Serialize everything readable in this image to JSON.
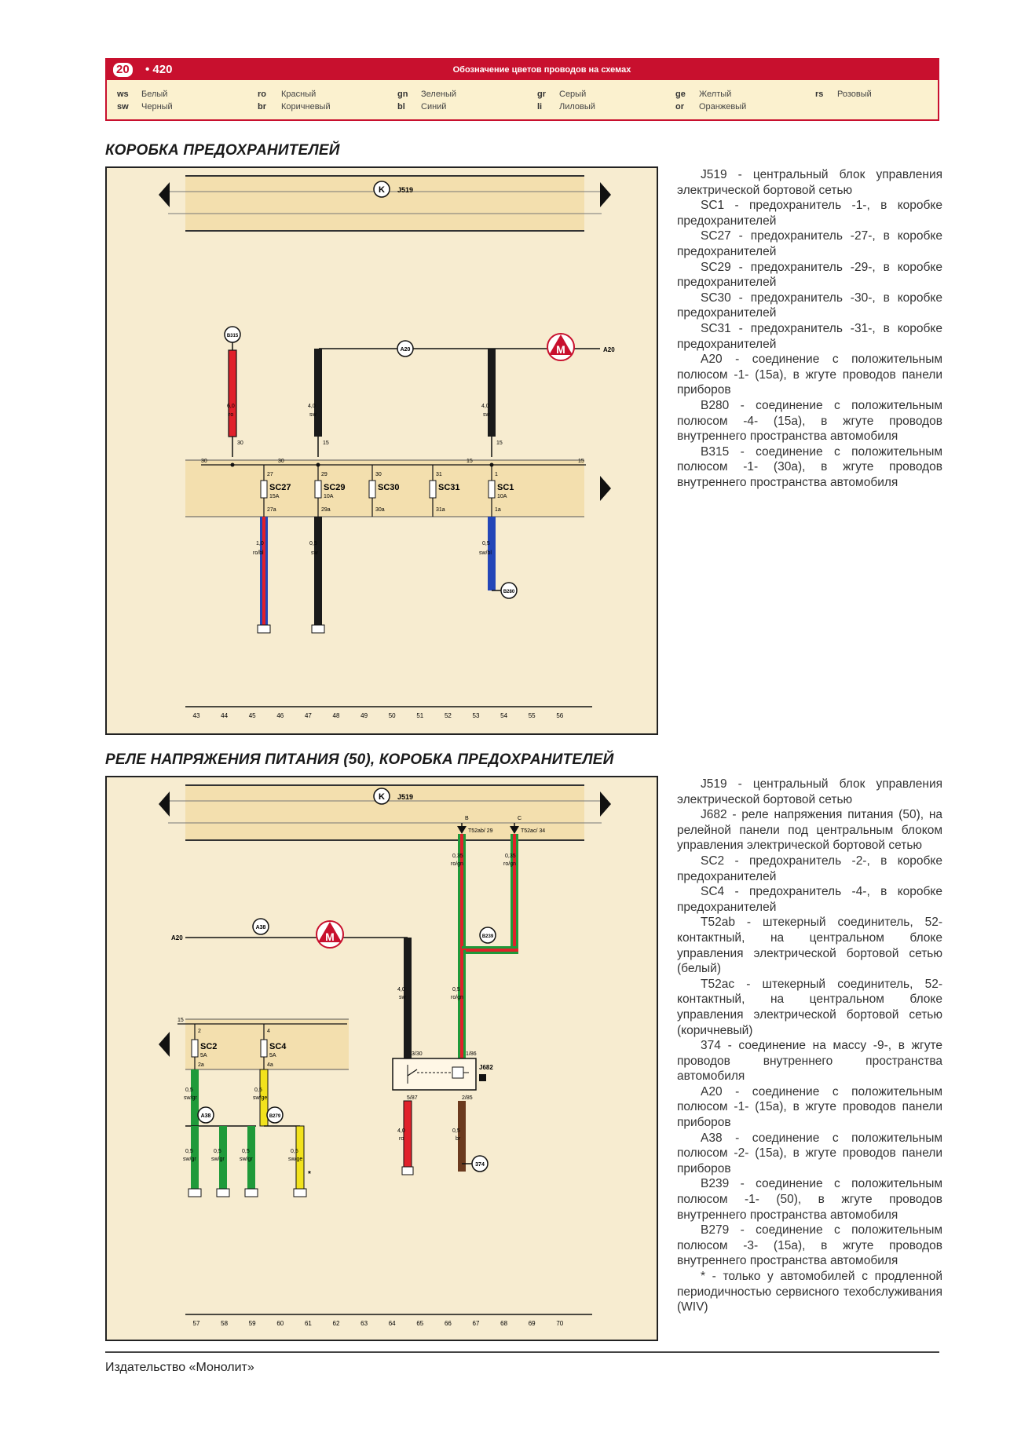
{
  "header": {
    "page_badge": "20",
    "book_number": "• 420",
    "title": "Обозначение цветов проводов на схемах",
    "legend": [
      {
        "code": "ws",
        "name": "Белый"
      },
      {
        "code": "sw",
        "name": "Черный"
      },
      {
        "code": "ro",
        "name": "Красный"
      },
      {
        "code": "br",
        "name": "Коричневый"
      },
      {
        "code": "gn",
        "name": "Зеленый"
      },
      {
        "code": "bl",
        "name": "Синий"
      },
      {
        "code": "gr",
        "name": "Серый"
      },
      {
        "code": "li",
        "name": "Лиловый"
      },
      {
        "code": "ge",
        "name": "Желтый"
      },
      {
        "code": "or",
        "name": "Оранжевый"
      },
      {
        "code": "rs",
        "name": "Розовый"
      }
    ]
  },
  "section1": {
    "title": "КОРОБКА ПРЕДОХРАНИТЕЛЕЙ",
    "labels": {
      "block": "J519",
      "k": "K",
      "a20": "A20",
      "a20_right": "A20",
      "b315": "B315",
      "b280": "B280",
      "bus_30a": "30",
      "bus_30b": "30",
      "bus_15a": "15",
      "bus_15b": "15",
      "w_red": "6,0",
      "w_red_c": "ro",
      "w_blk1": "4,0",
      "w_blk1_c": "sw",
      "w_blk2": "4,0",
      "w_blk2_c": "sw",
      "pin_30": "30",
      "pin_15a": "15",
      "pin_15b": "15",
      "fuses": [
        {
          "name": "SC27",
          "amp": "15A",
          "top": "27",
          "bot": "27a"
        },
        {
          "name": "SC29",
          "amp": "10A",
          "top": "29",
          "bot": "29a"
        },
        {
          "name": "SC30",
          "amp": "",
          "top": "30",
          "bot": "30a"
        },
        {
          "name": "SC31",
          "amp": "",
          "top": "31",
          "bot": "31a"
        },
        {
          "name": "SC1",
          "amp": "10A",
          "top": "1",
          "bot": "1a"
        }
      ],
      "out1": "1,0",
      "out1_c": "ro/bl",
      "out2": "0,5",
      "out2_c": "sw",
      "out3": "0,5",
      "out3_c": "sw/bl",
      "out_b": "B280"
    },
    "ruler": [
      "43",
      "44",
      "45",
      "46",
      "47",
      "48",
      "49",
      "50",
      "51",
      "52",
      "53",
      "54",
      "55",
      "56"
    ]
  },
  "section2": {
    "title": "РЕЛЕ НАПРЯЖЕНИЯ ПИТАНИЯ (50), КОРОБКА ПРЕДОХРАНИТЕЛЕЙ",
    "labels": {
      "block": "J519",
      "k": "K",
      "t1": "T52ab/ 29",
      "t2": "T52ac/ 34",
      "t1_pin": "B",
      "t2_pin": "C",
      "w1": "0,35",
      "w1_c": "ro/gn",
      "w2": "0,35",
      "w2_c": "ro/gn",
      "a20": "A20",
      "a38": "A38",
      "b239": "B239",
      "w_blk": "4,0",
      "w_blk_c": "sw",
      "w_rg": "0,5",
      "w_rg_c": "ro/gn",
      "relay": "J682",
      "r_30": "3/30",
      "r_86": "1/86",
      "r_87": "5/87",
      "r_85": "2/85",
      "w_r": "4,0",
      "w_r_c": "ro",
      "w_br": "0,5",
      "w_br_c": "br",
      "gnd": "374",
      "bus15": "15",
      "sc2": "SC2",
      "sc2_amp": "5A",
      "sc2_top": "2",
      "sc2_bot": "2a",
      "sc4": "SC4",
      "sc4_amp": "5A",
      "sc4_top": "4",
      "sc4_bot": "4a",
      "g1": "0,5",
      "g1_c": "sw/gr",
      "y1": "0,5",
      "y1_c": "sw/ge",
      "a38b": "A38",
      "b279": "B279",
      "g2": "0,5",
      "g2_c": "sw/gr",
      "g3": "0,5",
      "g3_c": "sw/gr",
      "g4": "0,5",
      "g4_c": "sw/gr",
      "y2": "0,5",
      "y2_c": "sw/ge",
      "star": "*"
    },
    "ruler": [
      "57",
      "58",
      "59",
      "60",
      "61",
      "62",
      "63",
      "64",
      "65",
      "66",
      "67",
      "68",
      "69",
      "70"
    ]
  },
  "desc1": [
    "J519 - центральный блок управления электрической бортовой сетью",
    "SC1 - предохранитель -1-, в коробке предохранителей",
    "SC27 - предохранитель -27-, в коробке предохранителей",
    "SC29 - предохранитель -29-, в коробке предохранителей",
    "SC30 - предохранитель -30-, в коробке предохранителей",
    "SC31 - предохранитель -31-, в коробке предохранителей",
    "A20 - соединение с положительным полюсом -1- (15a), в жгуте проводов панели приборов",
    "B280 - соединение с положительным полюсом -4- (15a), в жгуте проводов внутреннего пространства автомобиля",
    "B315 - соединение с положительным полюсом -1- (30a), в жгуте проводов внутреннего пространства автомобиля"
  ],
  "desc2": [
    "J519 - центральный блок управления электрической бортовой сетью",
    "J682 - реле напряжения питания (50), на релейной панели под центральным блоком управления электрической бортовой сетью",
    "SC2 - предохранитель -2-, в коробке предохранителей",
    "SC4 - предохранитель -4-, в коробке предохранителей",
    "T52ab - штекерный соединитель, 52-контактный, на центральном блоке управления электрической бортовой сетью (белый)",
    "T52ac - штекерный соединитель, 52-контактный, на центральном блоке управления электрической бортовой сетью (коричневый)",
    "374 - соединение на массу -9-, в жгуте проводов внутреннего пространства автомобиля",
    "A20 - соединение с положительным полюсом -1- (15a), в жгуте проводов панели приборов",
    "A38 - соединение с положительным полюсом -2- (15a), в жгуте проводов панели приборов",
    "B239 - соединение с положительным полюсом -1- (50), в жгуте проводов внутреннего пространства автомобиля",
    "B279 - соединение с положительным полюсом -3- (15a), в жгуте проводов внутреннего пространства автомобиля",
    "* - только у автомобилей с продленной периодичностью сервисного техобслуживания (WIV)"
  ],
  "footer": "Издательство «Монолит»",
  "colors": {
    "header_red": "#c8102e",
    "panel_bg": "#f7ecd0",
    "band_bg": "#f3dfae",
    "wire_red": "#e0212b",
    "wire_black": "#1a1a1a",
    "wire_blue": "#2346b8",
    "wire_green": "#1f9a3a",
    "wire_yellow": "#f2e21d",
    "wire_brown": "#6b3a1e"
  }
}
